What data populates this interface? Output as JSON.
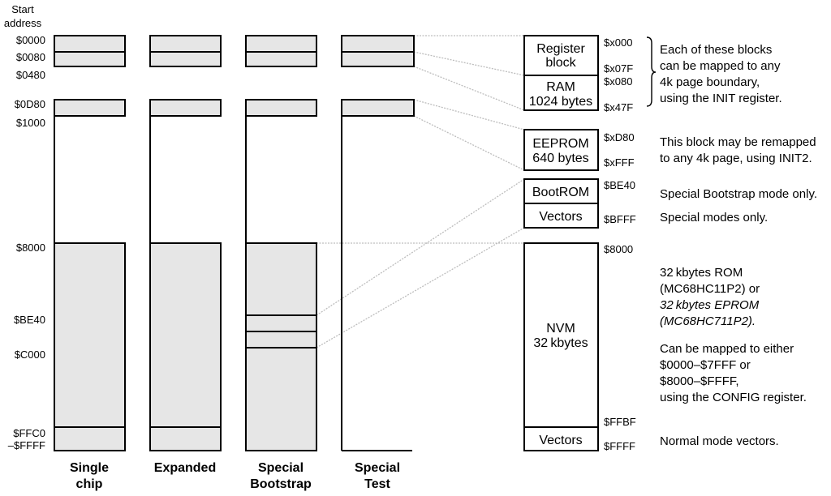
{
  "header": {
    "line1": "Start",
    "line2": "address"
  },
  "start_addresses": [
    "$0000",
    "$0080",
    "$0480",
    "$0D80",
    "$1000",
    "$8000",
    "$BE40",
    "$C000",
    "$FFC0",
    "–$FFFF"
  ],
  "columns": [
    {
      "line1": "Single",
      "line2": "chip"
    },
    {
      "line1": "Expanded",
      "line2": ""
    },
    {
      "line1": "Special",
      "line2": "Bootstrap"
    },
    {
      "line1": "Special",
      "line2": "Test"
    }
  ],
  "blocks": {
    "register": {
      "line1": "Register",
      "line2": "block",
      "start": "$x000",
      "end": "$x07F"
    },
    "ram": {
      "line1": "RAM",
      "line2": "1024 bytes",
      "start": "$x080",
      "end": "$x47F"
    },
    "eeprom": {
      "line1": "EEPROM",
      "line2": "640 bytes",
      "start": "$xD80",
      "end": "$xFFF"
    },
    "bootrom": {
      "line1": "BootROM",
      "start": "$BE40"
    },
    "vectors_special": {
      "line1": "Vectors",
      "end": "$BFFF"
    },
    "nvm": {
      "line1": "NVM",
      "line2": "32 kbytes",
      "start": "$8000",
      "end": "$FFBF"
    },
    "vectors_normal": {
      "line1": "Vectors",
      "end": "$FFFF"
    }
  },
  "notes": {
    "reg_ram": [
      "Each of these blocks",
      "can be mapped to any",
      "4k page boundary,",
      "using the INIT register."
    ],
    "eeprom": [
      "This block may be remapped",
      "to any 4k page, using INIT2."
    ],
    "bootrom": "Special Bootstrap mode only.",
    "vectors_special": "Special modes only.",
    "nvm_rom": [
      "32 kbytes ROM",
      "(MC68HC11P2) or"
    ],
    "nvm_eprom": [
      "32 kbytes EPROM",
      "(MC68HC711P2)."
    ],
    "nvm_map": [
      "Can be mapped to either",
      "$0000–$7FFF or",
      "$8000–$FFFF,",
      "using the CONFIG register."
    ],
    "vectors_normal": "Normal mode vectors."
  }
}
